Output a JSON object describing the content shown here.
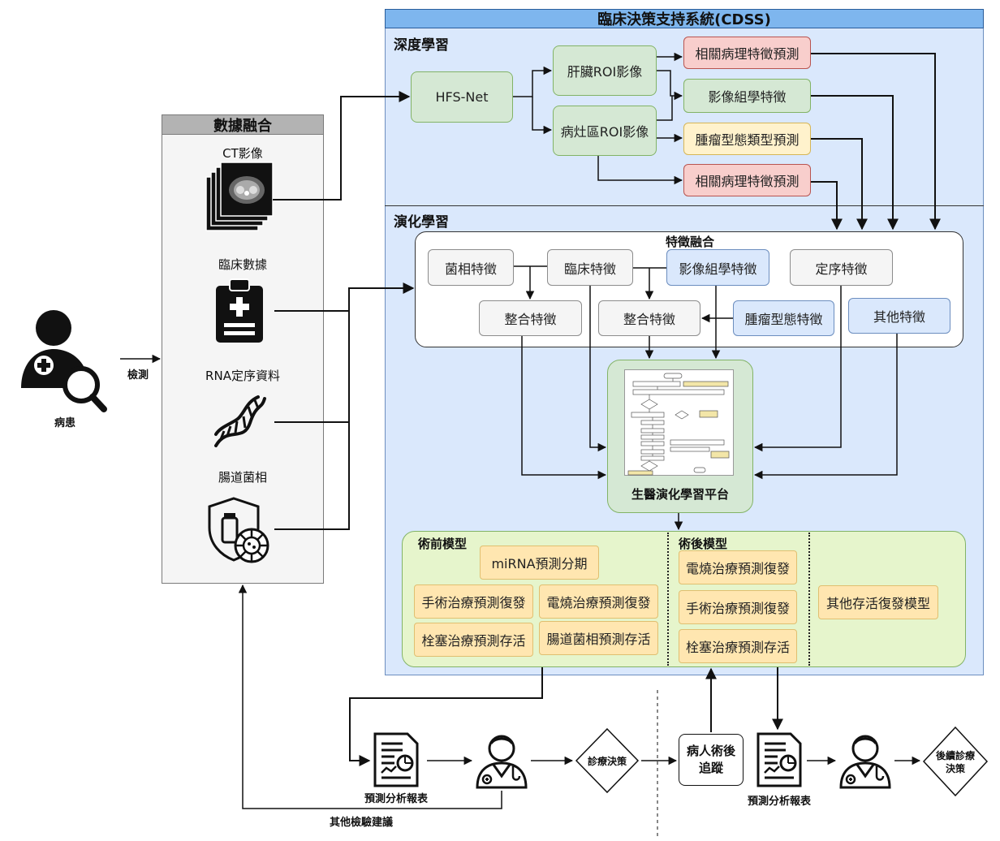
{
  "cdss": {
    "title": "臨床決策支持系統(CDSS)",
    "deep_learning": "深度學習",
    "evolution_learning": "演化學習"
  },
  "deep": {
    "hfs_net": "HFS-Net",
    "liver_roi": "肝臟ROI影像",
    "lesion_roi": "病灶區ROI影像",
    "pathology1": "相關病理特徵預測",
    "radiomics": "影像組學特徵",
    "tumor_type": "腫瘤型態類型預測",
    "pathology2": "相關病理特徵預測"
  },
  "fusion": {
    "title": "特徵融合",
    "microbe": "菌相特徵",
    "clinical": "臨床特徵",
    "radiomics": "影像組學特徵",
    "sequencing": "定序特徵",
    "integrated1": "整合特徵",
    "integrated2": "整合特徵",
    "tumor": "腫瘤型態特徵",
    "other": "其他特徵"
  },
  "platform": {
    "label": "生醫演化學習平台"
  },
  "models": {
    "pre_title": "術前模型",
    "post_title": "術後模型",
    "mirna": "miRNA預測分期",
    "surgery_pre": "手術治療預測復發",
    "rfa_pre": "電燒治療預測復發",
    "tace_pre": "栓塞治療預測存活",
    "gut_pre": "腸道菌相預測存活",
    "rfa_post": "電燒治療預測復發",
    "surgery_post": "手術治療預測復發",
    "tace_post": "栓塞治療預測存活",
    "other_model": "其他存活復發模型"
  },
  "data_fusion": {
    "title": "數據融合",
    "ct": "CT影像",
    "clinical_data": "臨床數據",
    "rna": "RNA定序資料",
    "gut": "腸道菌相"
  },
  "patient": {
    "label": "病患",
    "detect": "檢測"
  },
  "bottom": {
    "report1": "預測分析報表",
    "diagnosis": "診療決策",
    "followup": "病人術後\n追蹤",
    "report2": "預測分析報表",
    "next_decision": "後續診療\n決策",
    "other_tests": "其他檢驗建議"
  },
  "colors": {
    "green": "#d5e8d4",
    "red": "#f8cecc",
    "yellow": "#fff2cc",
    "gray": "#f5f5f5",
    "blue_panel": "#dae8fc",
    "cdss_header": "#7eb6ee",
    "models_panel": "#e6f5cc"
  },
  "icons": [
    "ct-scan-icon",
    "clipboard-medical-icon",
    "dna-helix-icon",
    "shield-virus-icon",
    "patient-search-icon",
    "report-document-icon",
    "doctor-icon",
    "flowchart-thumbnail-icon"
  ]
}
